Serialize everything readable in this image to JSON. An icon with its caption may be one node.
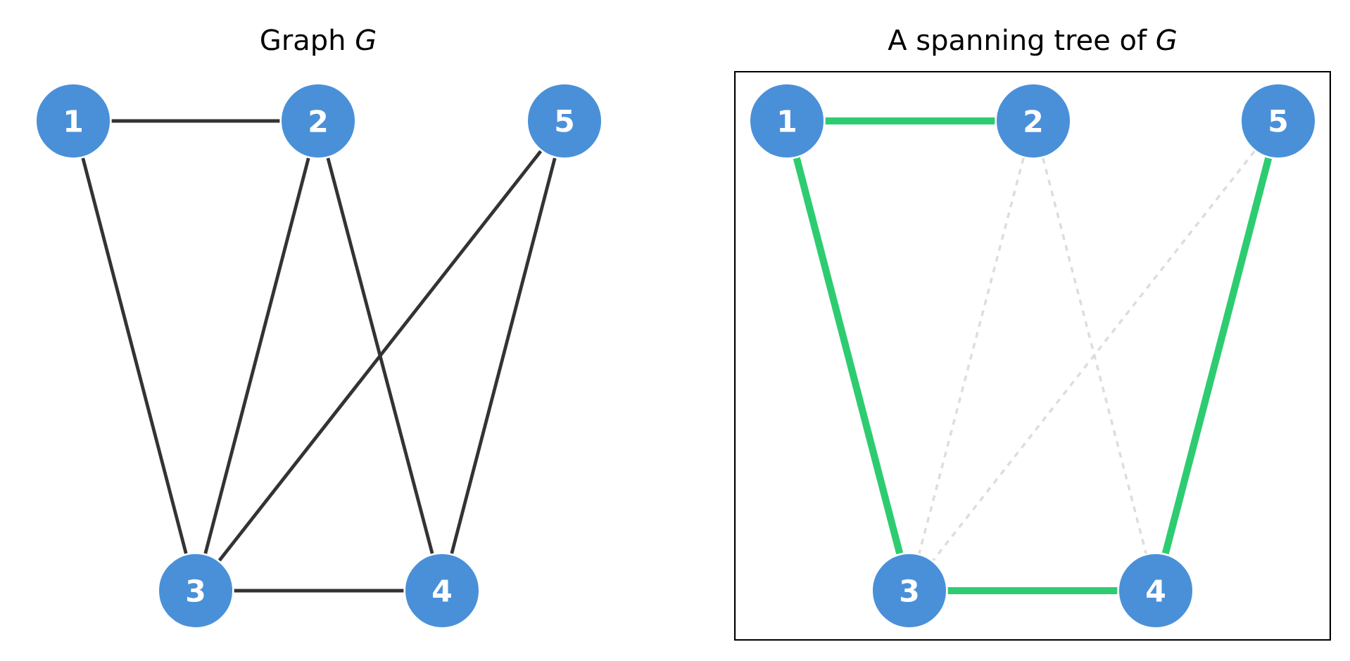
{
  "diagram": {
    "nodes": [
      {
        "text": [
          "1"
        ]
      },
      {
        "text": [
          "2"
        ]
      },
      {
        "text": [
          "5"
        ]
      },
      {
        "text": [
          "3"
        ]
      },
      {
        "text": [
          "4"
        ]
      },
      {
        "text": [
          "A spanning tree of *G*"
        ]
      },
      {
        "text": [
          "1"
        ],
        "in": 5
      },
      {
        "text": [
          "2"
        ],
        "in": 5
      },
      {
        "text": [
          "5"
        ],
        "in": 5
      },
      {
        "text": [
          "3"
        ],
        "in": 5
      },
      {
        "text": [
          "4"
        ],
        "in": 5
      }
    ],
    "edges": [
      {
        "from": 0,
        "to": 1,
        "arrow": "none"
      },
      {
        "from": 0,
        "to": 3,
        "arrow": "none"
      },
      {
        "from": 1,
        "to": 3,
        "arrow": "none"
      },
      {
        "from": 1,
        "to": 4,
        "arrow": "none"
      },
      {
        "from": 2,
        "to": 3,
        "arrow": "none"
      },
      {
        "from": 2,
        "to": 4,
        "arrow": "none"
      },
      {
        "from": 3,
        "to": 4,
        "arrow": "none"
      },
      {
        "from": 6,
        "to": 7,
        "arrow": "none",
        "style": "thick",
        "color": "#2ecc71"
      },
      {
        "from": 6,
        "to": 9,
        "arrow": "none",
        "style": "thick",
        "color": "#2ecc71"
      },
      {
        "from": 7,
        "to": 9,
        "arrow": "none",
        "style": "dashed",
        "color": "#dddddd"
      },
      {
        "from": 7,
        "to": 10,
        "arrow": "none",
        "style": "dashed",
        "color": "#dddddd"
      },
      {
        "from": 8,
        "to": 9,
        "arrow": "none",
        "style": "dashed",
        "color": "#dddddd"
      },
      {
        "from": 8,
        "to": 10,
        "arrow": "none",
        "style": "thick",
        "color": "#2ecc71"
      },
      {
        "from": 9,
        "to": 10,
        "arrow": "none",
        "style": "thick",
        "color": "#2ecc71"
      }
    ],
    "labels": [
      "Graph *G*"
    ]
  }
}
